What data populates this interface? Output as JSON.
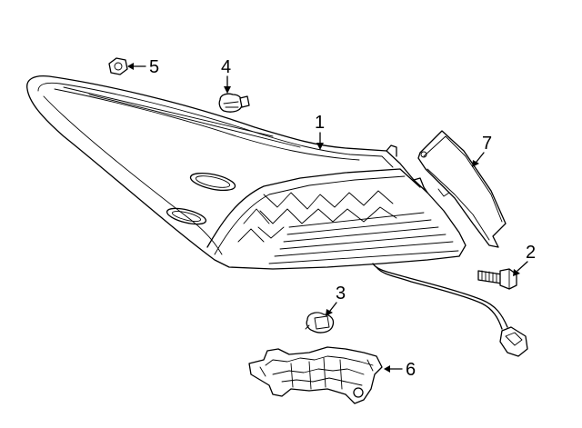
{
  "diagram": {
    "callouts": [
      {
        "id": "1",
        "label": "1"
      },
      {
        "id": "2",
        "label": "2"
      },
      {
        "id": "3",
        "label": "3"
      },
      {
        "id": "4",
        "label": "4"
      },
      {
        "id": "5",
        "label": "5"
      },
      {
        "id": "6",
        "label": "6"
      },
      {
        "id": "7",
        "label": "7"
      }
    ],
    "parts": [
      {
        "id": "tail-lamp-assembly",
        "callout": "1"
      },
      {
        "id": "screw",
        "callout": "2"
      },
      {
        "id": "push-clip",
        "callout": "3"
      },
      {
        "id": "grommet",
        "callout": "4"
      },
      {
        "id": "nut",
        "callout": "5"
      },
      {
        "id": "bracket",
        "callout": "6"
      },
      {
        "id": "gasket-cover",
        "callout": "7"
      }
    ]
  }
}
